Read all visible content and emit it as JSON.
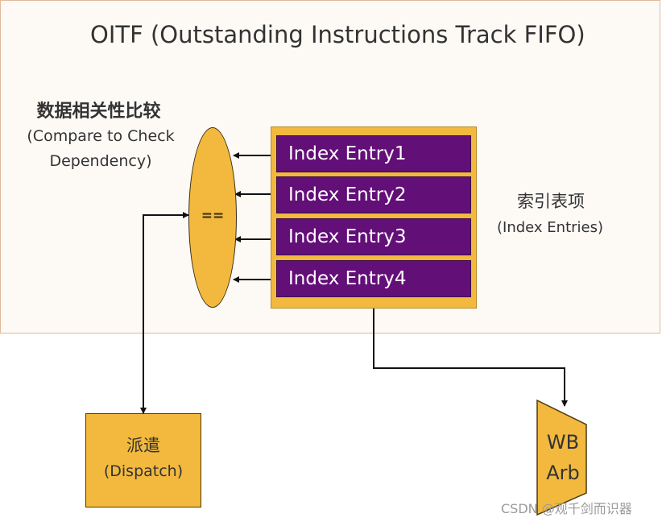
{
  "diagram": {
    "title": "OITF (Outstanding Instructions Track FIFO)",
    "comparator": {
      "label_cn": "数据相关性比较",
      "label_en_line1": "(Compare to Check",
      "label_en_line2": "Dependency)",
      "symbol": "=="
    },
    "fifo": {
      "entries": [
        "Index Entry1",
        "Index Entry2",
        "Index Entry3",
        "Index Entry4"
      ],
      "label_cn": "索引表项",
      "label_en": "(Index Entries)"
    },
    "dispatch": {
      "label_cn": "派遣",
      "label_en": "(Dispatch)"
    },
    "wb_arb": {
      "line1": "WB",
      "line2": "Arb"
    },
    "colors": {
      "module_fill": "#f2b93e",
      "entry_fill": "#630f78",
      "panel_border": "#e2b79b"
    }
  },
  "watermark": "CSDN @观千剑而识器"
}
